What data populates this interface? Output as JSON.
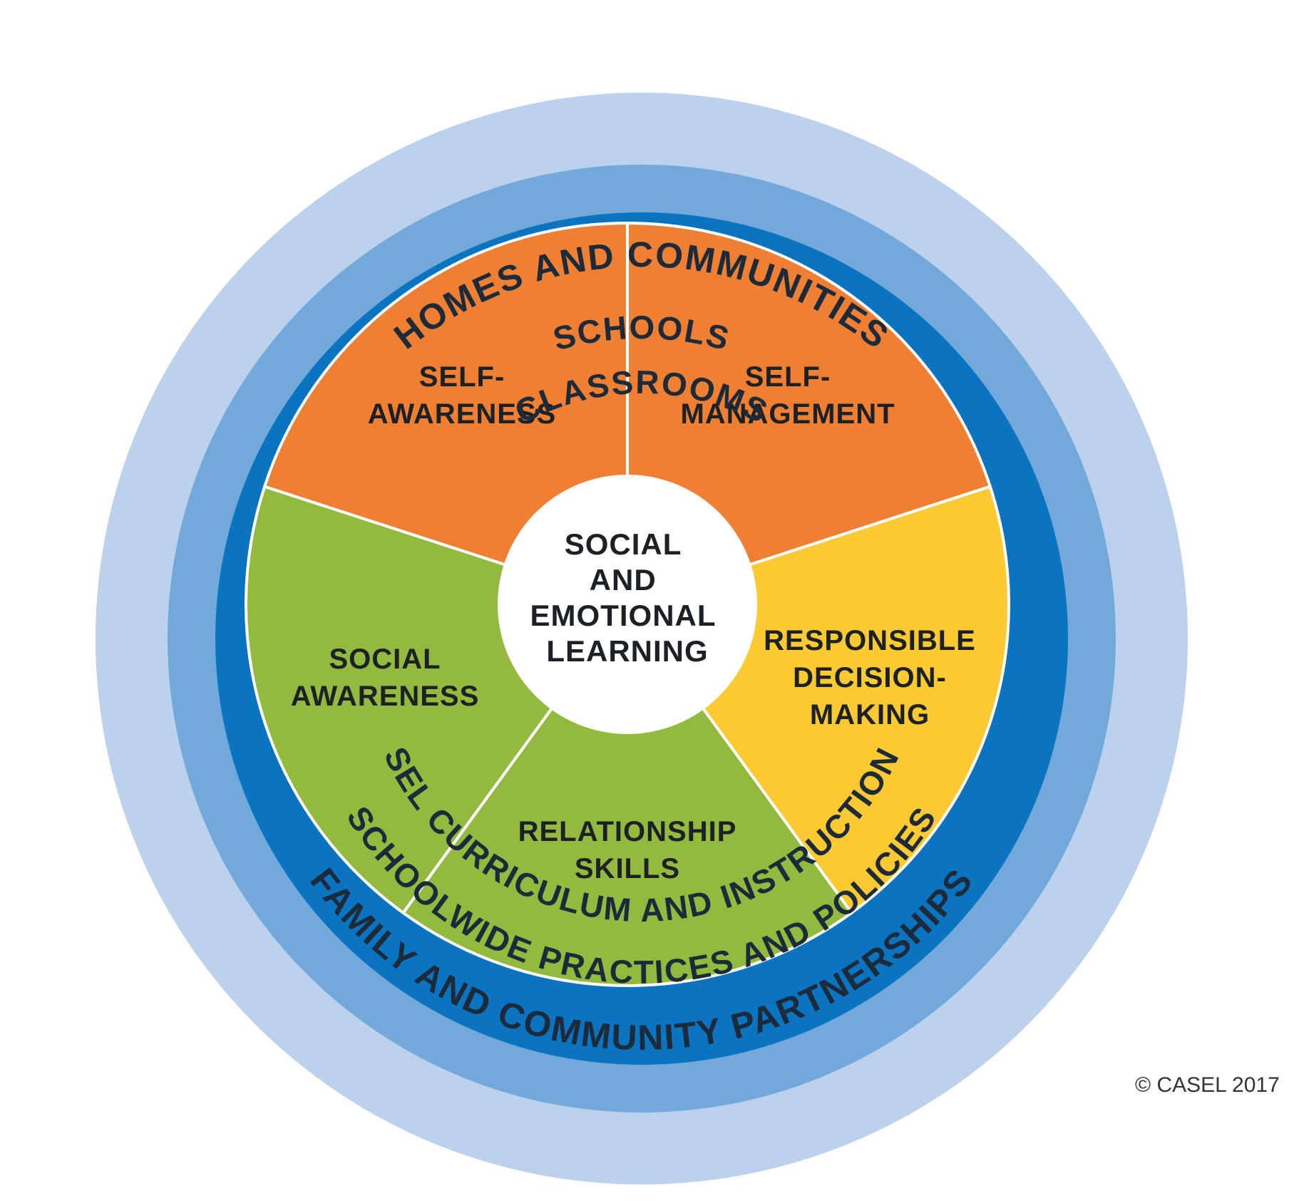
{
  "colors": {
    "outer_ring": "#bcd1ec",
    "middle_ring": "#73a8da",
    "inner_ring": "#0a74c0",
    "orange": "#ee7f33",
    "yellow": "#fbca33",
    "green": "#93b93f",
    "center": "#ffffff",
    "divider": "#ffffff"
  },
  "rings": {
    "outer": {
      "top": "HOMES AND COMMUNITIES",
      "bottom": "FAMILY AND COMMUNITY PARTNERSHIPS"
    },
    "middle": {
      "top": "SCHOOLS",
      "bottom": "SCHOOLWIDE PRACTICES AND POLICIES"
    },
    "inner": {
      "top": "CLASSROOMS",
      "bottom": "SEL CURRICULUM AND INSTRUCTION"
    }
  },
  "center": {
    "lines": [
      "SOCIAL",
      "AND",
      "EMOTIONAL",
      "LEARNING"
    ]
  },
  "segments": [
    {
      "name": "self-management",
      "lines": [
        "SELF-",
        "MANAGEMENT"
      ],
      "color": "orange"
    },
    {
      "name": "responsible-decision-making",
      "lines": [
        "RESPONSIBLE",
        "DECISION-",
        "MAKING"
      ],
      "color": "yellow"
    },
    {
      "name": "relationship-skills",
      "lines": [
        "RELATIONSHIP",
        "SKILLS"
      ],
      "color": "green"
    },
    {
      "name": "social-awareness",
      "lines": [
        "SOCIAL",
        "AWARENESS"
      ],
      "color": "green"
    },
    {
      "name": "self-awareness",
      "lines": [
        "SELF-",
        "AWARENESS"
      ],
      "color": "orange"
    }
  ],
  "copyright": "© CASEL 2017"
}
